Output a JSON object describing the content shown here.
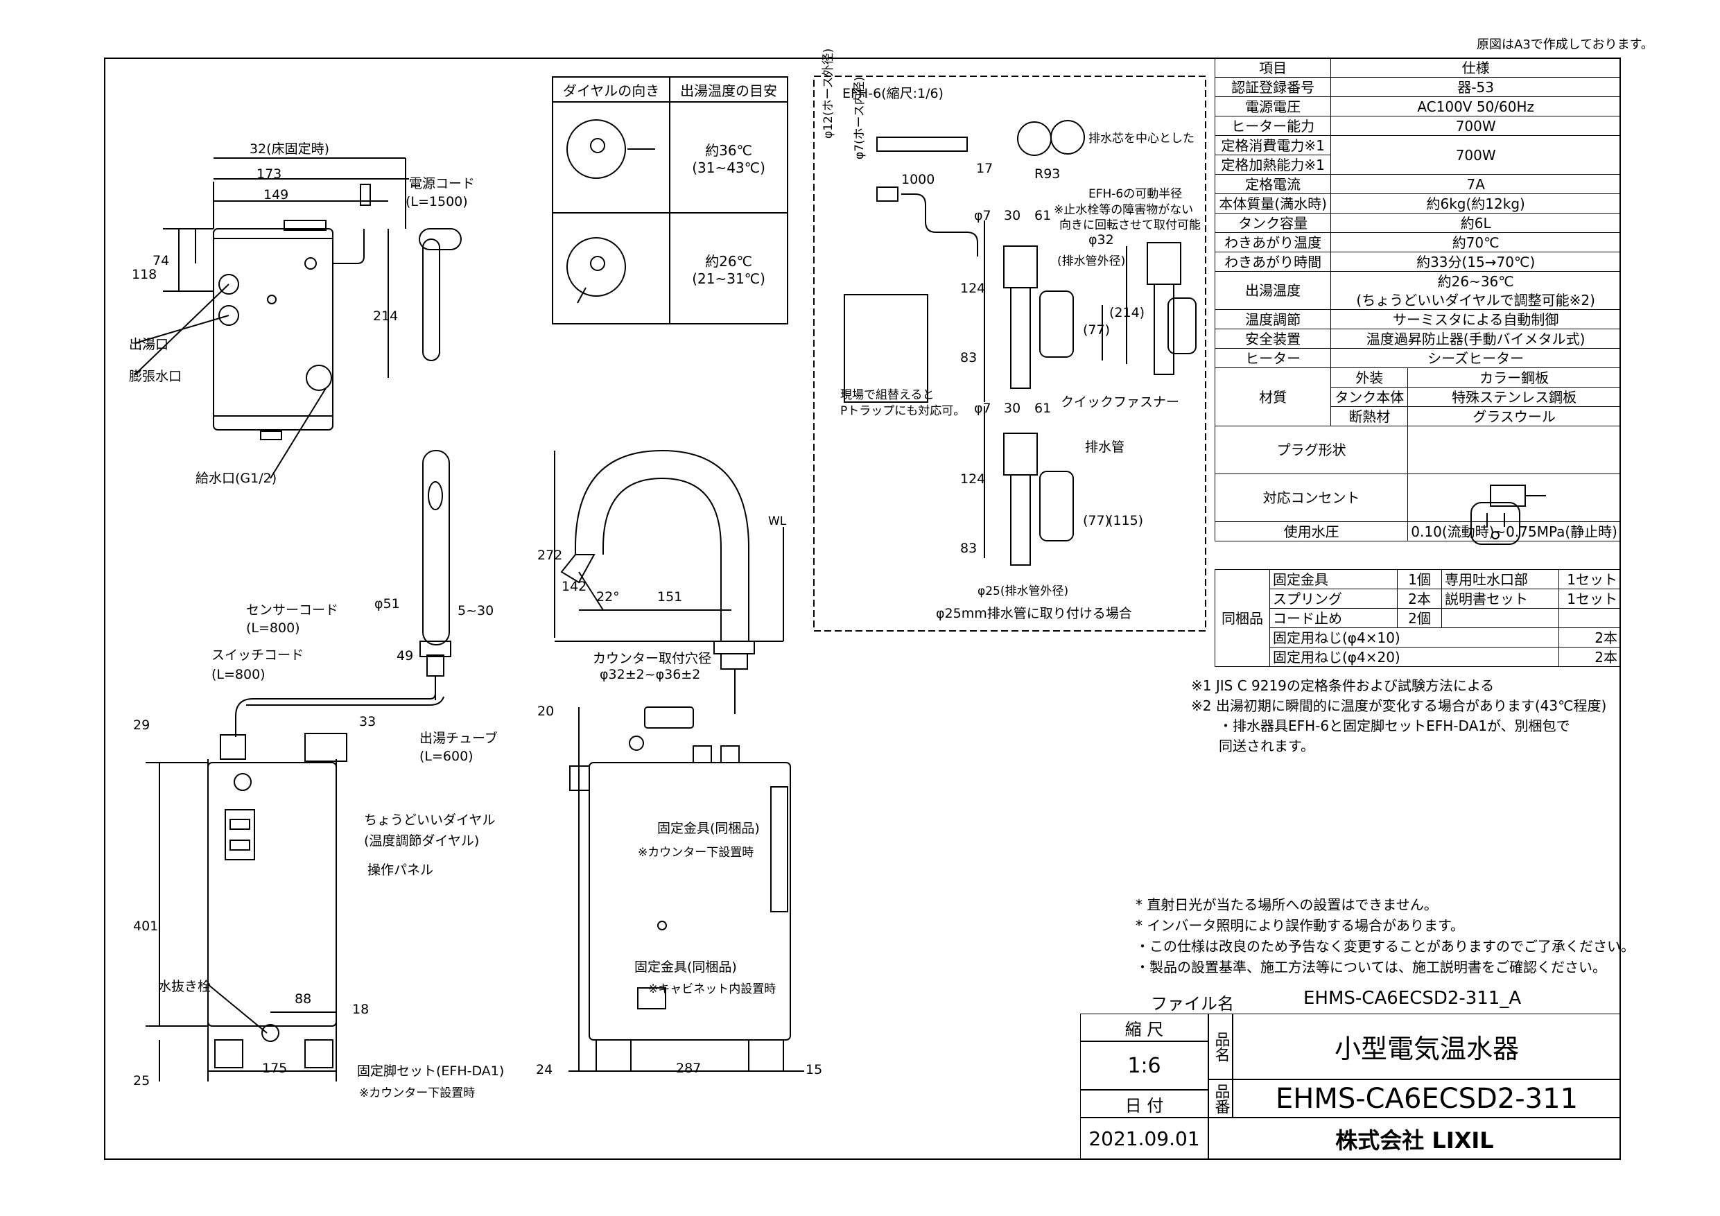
{
  "top_note": "原図はA3で作成しております。",
  "spec_table": {
    "header": [
      "項目",
      "仕様"
    ],
    "rows": [
      [
        "認証登録番号",
        "器-53"
      ],
      [
        "電源電圧",
        "AC100V 50/60Hz"
      ],
      [
        "ヒーター能力",
        "700W"
      ],
      [
        "定格消費電力※1",
        "700W"
      ],
      [
        "定格加熱能力※1",
        ""
      ],
      [
        "定格電流",
        "7A"
      ],
      [
        "本体質量(満水時)",
        "約6kg(約12kg)"
      ],
      [
        "タンク容量",
        "約6L"
      ],
      [
        "わきあがり温度",
        "約70℃"
      ],
      [
        "わきあがり時間",
        "約33分(15→70℃)"
      ],
      [
        "出湯温度",
        "約26~36℃"
      ],
      [
        "",
        "(ちょうどいいダイヤルで調整可能※2)"
      ],
      [
        "温度調節",
        "サーミスタによる自動制御"
      ],
      [
        "安全装置",
        "温度過昇防止器(手動バイメタル式)"
      ],
      [
        "ヒーター",
        "シーズヒーター"
      ]
    ],
    "material_label": "材質",
    "material_rows": [
      [
        "外装",
        "カラー鋼板"
      ],
      [
        "タンク本体",
        "特殊ステンレス鋼板"
      ],
      [
        "断熱材",
        "グラスウール"
      ]
    ],
    "plug_label": "プラグ形状",
    "outlet_label": "対応コンセント",
    "water_pressure_label": "使用水圧",
    "water_pressure_value": "0.10(流動時)~0.75MPa(静止時)"
  },
  "accessories": {
    "label": "同梱品",
    "rows": [
      [
        "固定金具",
        "1個",
        "専用吐水口部",
        "1セット"
      ],
      [
        "スプリング",
        "2本",
        "説明書セット",
        "1セット"
      ],
      [
        "コード止め",
        "2個",
        "",
        ""
      ],
      [
        "固定用ねじ(φ4×10)",
        "",
        "",
        "2本"
      ],
      [
        "固定用ねじ(φ4×20)",
        "",
        "",
        "2本"
      ]
    ]
  },
  "footnotes": [
    "※1  JIS C 9219の定格条件および試験方法による",
    "※2  出湯初期に瞬間的に温度が変化する場合があります(43℃程度)",
    "・排水器具EFH-6と固定脚セットEFH-DA1が、別梱包で",
    "  同送されます。"
  ],
  "notes": [
    "* 直射日光が当たる場所への設置はできません。",
    "* インバータ照明により誤作動する場合があります。",
    "・この仕様は改良のため予告なく変更することがありますのでご了承ください。",
    "・製品の設置基準、施工方法等については、施工説明書をご確認ください。"
  ],
  "dial_table": {
    "headers": [
      "ダイヤルの向き",
      "出湯温度の目安"
    ],
    "rows": [
      {
        "temp": "約36℃",
        "range": "(31~43℃)"
      },
      {
        "temp": "約26℃",
        "range": "(21~31℃)"
      }
    ]
  },
  "title_block": {
    "file_label": "ファイル名",
    "file_name": "EHMS-CA6ECSD2-311_A",
    "scale_label": "縮  尺",
    "scale": "1:6",
    "date_label": "日  付",
    "date": "2021.09.01",
    "name_label": "品名",
    "product_name": "小型電気温水器",
    "number_label": "品番",
    "product_number": "EHMS-CA6ECSD2-311",
    "company": "株式会社 LIXIL"
  },
  "labels": {
    "l32": "32(床固定時)",
    "d173": "173",
    "d149": "149",
    "d118": "118",
    "d74": "74",
    "d214": "214",
    "cord": "電源コード",
    "cord_len": "(L=1500)",
    "outlet": "出湯口",
    "expansion": "膨張水口",
    "inlet": "給水口(G1/2)",
    "d51": "φ51",
    "d5_30": "5~30",
    "d49": "49",
    "d33": "33",
    "d29": "29",
    "d401": "401",
    "d18": "18",
    "d88": "88",
    "d25": "25",
    "d175": "175",
    "sensor": "センサーコード",
    "sensor_len": "(L=800)",
    "switch": "スイッチコード",
    "switch_len": "(L=800)",
    "tube": "出湯チューブ",
    "tube_len": "(L=600)",
    "dial_a": "ちょうどいいダイヤル",
    "dial_b": "(温度調節ダイヤル)",
    "panel": "操作パネル",
    "drain_plug": "水抜き栓",
    "leg": "固定脚セット(EFH-DA1)",
    "leg_note": "※カウンター下設置時",
    "d272": "272",
    "d142": "142",
    "d22": "22°",
    "d151": "151",
    "wl": "WL",
    "hole_a": "カウンター取付穴径",
    "hole_b": "φ32±2~φ36±2",
    "d20": "20",
    "d24": "24",
    "d287": "287",
    "d15": "15",
    "fix_a": "固定金具(同梱品)",
    "fix_a2": "※カウンター下設置時",
    "fix_b": "固定金具(同梱品)",
    "fix_b2": "※キャビネット内設置時",
    "efh": "EFH-6(縮尺:1/6)",
    "d12": "φ12(ホース外径)",
    "d7h": "φ7(ホース内径)",
    "d1000": "1000",
    "d17": "17",
    "r93": "R93",
    "pivot_a": "排水芯を中心とした",
    "pivot_b": "EFH-6の可動半径",
    "pivot_c": "※止水栓等の障害物がない",
    "pivot_d": "向きに回転させて取付可能",
    "d7a": "φ7",
    "d30a": "30",
    "d61a": "61",
    "d32": "φ32",
    "d32b": "(排水管外径)",
    "d124a": "124",
    "d83a": "83",
    "d77a": "(77)",
    "d214b": "(214)",
    "field_a": "現場で組替えると",
    "field_b": "Pトラップにも対応可。",
    "quick": "クイックファスナー",
    "d7b": "φ7",
    "d30b": "30",
    "d61b": "61",
    "drain_pipe": "排水管",
    "d124b": "124",
    "d83b": "83",
    "d77b": "(77)",
    "d115": "(115)",
    "d25b": "φ25(排水管外径)",
    "d25mm": "φ25mm排水管に取り付ける場合"
  }
}
